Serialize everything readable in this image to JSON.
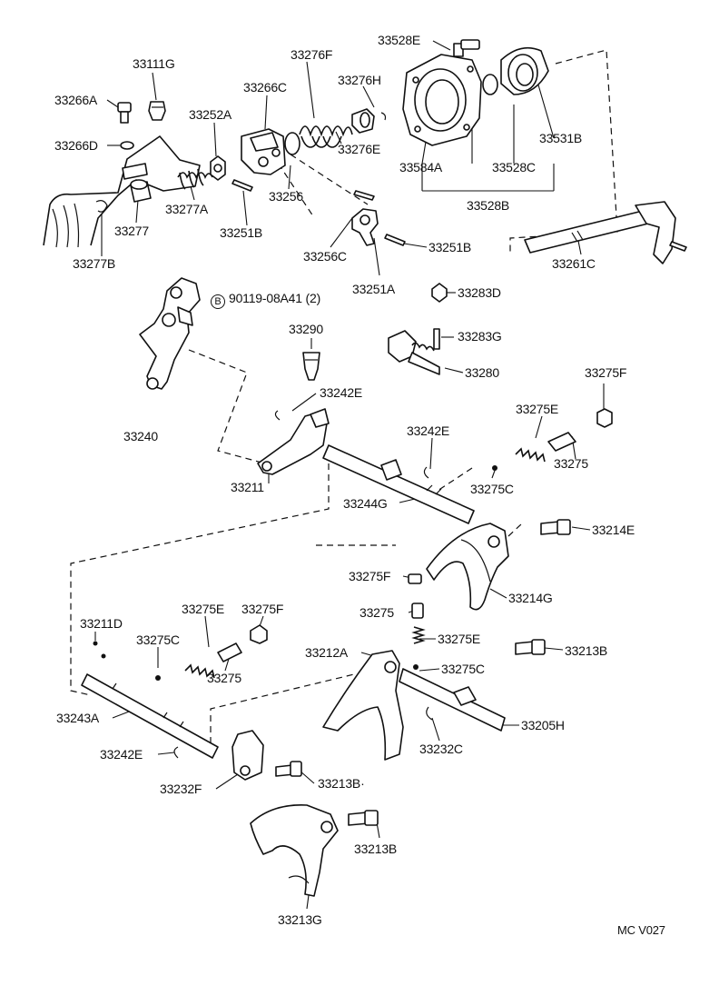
{
  "labels": {
    "p33111G": "33111G",
    "p33266A": "33266A",
    "p33266D": "33266D",
    "p33277": "33277",
    "p33277B": "33277B",
    "p33252A": "33252A",
    "p33277A": "33277A",
    "p33266C": "33266C",
    "p33276F": "33276F",
    "p33276H": "33276H",
    "p33276E": "33276E",
    "p33256": "33256",
    "p33251B_a": "33251B",
    "p33256C": "33256C",
    "p33251B_b": "33251B",
    "p33251A": "33251A",
    "p33528E": "33528E",
    "p33584A": "33584A",
    "p33528C": "33528C",
    "p33528B": "33528B",
    "p33531B": "33531B",
    "p33261C": "33261C",
    "p33283D": "33283D",
    "p90119": "90119-08A41 (2)",
    "p90119_marker": "B",
    "p33290": "33290",
    "p33283G": "33283G",
    "p33280": "33280",
    "p33240": "33240",
    "p33242E_a": "33242E",
    "p33242E_b": "33242E",
    "p33275F_a": "33275F",
    "p33275E_a": "33275E",
    "p33275_a": "33275",
    "p33211": "33211",
    "p33275C_a": "33275C",
    "p33244G": "33244G",
    "p33214E": "33214E",
    "p33275F_b": "33275F",
    "p33214G": "33214G",
    "p33275_b": "33275",
    "p33211D": "33211D",
    "p33275E_b": "33275E",
    "p33275F_c": "33275F",
    "p33275E_c": "33275E",
    "p33275C_b": "33275C",
    "p33275_c": "33275",
    "p33212A": "33212A",
    "p33213B_a": "33213B",
    "p33275C_c": "33275C",
    "p33243A": "33243A",
    "p33205H": "33205H",
    "p33232C": "33232C",
    "p33242E_c": "33242E",
    "p33232F": "33232F",
    "p33213B_b": "33213B·",
    "p33213B_c": "33213B",
    "p33213G": "33213G",
    "diagram_code": "MC V027"
  },
  "colors": {
    "ink": "#111111",
    "paper": "#ffffff"
  }
}
